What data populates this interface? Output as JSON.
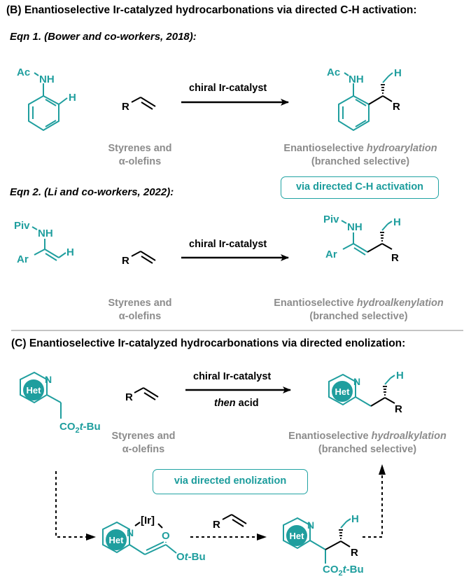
{
  "colors": {
    "accent": "#1f9e9e",
    "muted": "#8c8c8c",
    "divider": "#c4c4c4"
  },
  "sectionB": {
    "title": "(B) Enantioselective Ir-catalyzed hydrocarbonations via directed C-H activation:",
    "eqn1": {
      "label": "Eqn 1. (Bower and co-workers, 2018):",
      "substrate": {
        "protecting_group": "Ac",
        "nh": "NH",
        "h": "H"
      },
      "olefin": {
        "r": "R"
      },
      "catalyst": "chiral Ir-catalyst",
      "olefin_caption": [
        "Styrenes and",
        "α-olefins"
      ],
      "product": {
        "protecting_group": "Ac",
        "nh": "NH",
        "h": "H",
        "r": "R"
      },
      "product_caption": {
        "prefix": "Enantioselective ",
        "emph": "hydroarylation",
        "line2": "(branched selective)"
      },
      "tag": "via directed C-H activation"
    },
    "eqn2": {
      "label": "Eqn 2. (Li and co-workers, 2022):",
      "substrate": {
        "protecting_group": "Piv",
        "nh": "NH",
        "ar": "Ar",
        "h": "H"
      },
      "olefin": {
        "r": "R"
      },
      "catalyst": "chiral Ir-catalyst",
      "olefin_caption": [
        "Styrenes and",
        "α-olefins"
      ],
      "product": {
        "protecting_group": "Piv",
        "nh": "NH",
        "ar": "Ar",
        "h": "H",
        "r": "R"
      },
      "product_caption": {
        "prefix": "Enantioselective ",
        "emph": "hydroalkenylation",
        "line2": "(branched selective)"
      }
    }
  },
  "sectionC": {
    "title": "(C) Enantioselective Ir-catalyzed hydrocarbonations via directed enolization:",
    "substrate": {
      "het": "Het",
      "n": "N",
      "ester_co": "CO",
      "ester_sub": "2",
      "ester_t": "t",
      "ester_bu": "-Bu"
    },
    "olefin": {
      "r": "R"
    },
    "catalyst": "chiral Ir-catalyst",
    "condition_then": "then",
    "condition_acid": " acid",
    "olefin_caption": [
      "Styrenes and",
      "α-olefins"
    ],
    "product": {
      "het": "Het",
      "n": "N",
      "h": "H",
      "r": "R"
    },
    "product_caption": {
      "prefix": "Enantioselective ",
      "emph": "hydroalkylation",
      "line2": "(branched selective)"
    },
    "tag": "via directed enolization",
    "intermediate": {
      "het": "Het",
      "n": "N",
      "metal": "[Ir]",
      "o": "O",
      "ot": "O",
      "t": "t",
      "bu": "-Bu"
    },
    "mech_olefin": {
      "r": "R"
    },
    "mech_product": {
      "het": "Het",
      "n": "N",
      "h": "H",
      "r": "R",
      "ester_co": "CO",
      "ester_sub": "2",
      "ester_t": "t",
      "ester_bu": "-Bu"
    }
  }
}
